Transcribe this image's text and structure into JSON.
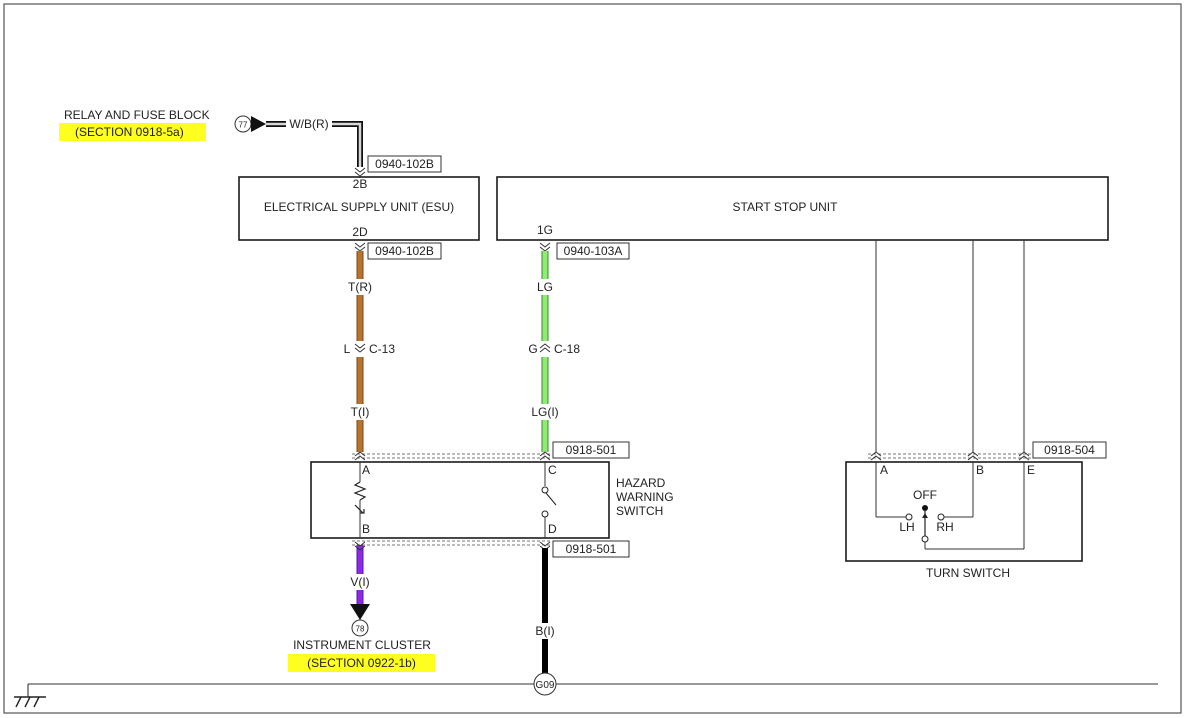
{
  "relay_fuse_block": {
    "title": "RELAY AND FUSE BLOCK",
    "section": "(SECTION 0918-5a)",
    "ref_number": "77",
    "wire": "W/B(R)"
  },
  "esu": {
    "title": "ELECTRICAL SUPPLY UNIT (ESU)",
    "pin_top": "2B",
    "pin_bottom": "2D",
    "connector_top": "0940-102B",
    "connector_bottom": "0940-102B"
  },
  "start_stop_unit": {
    "title": "START STOP UNIT",
    "pin": "1G",
    "connector": "0940-103A"
  },
  "wire_left": {
    "upper": "T(R)",
    "inline_pin": "L",
    "inline_connector": "C-13",
    "lower": "T(I)",
    "color": "#b8732e"
  },
  "wire_right": {
    "upper": "LG",
    "inline_pin": "G",
    "inline_connector": "C-18",
    "lower": "LG(I)",
    "color": "#8fec70"
  },
  "hazard_switch": {
    "label_lines": [
      "HAZARD",
      "WARNING",
      "SWITCH"
    ],
    "connector_top": "0918-501",
    "connector_bottom": "0918-501",
    "pins": [
      "A",
      "B",
      "C",
      "D"
    ]
  },
  "turn_switch": {
    "title": "TURN SWITCH",
    "connector": "0918-504",
    "pins": [
      "A",
      "B",
      "E"
    ],
    "off": "OFF",
    "lh": "LH",
    "rh": "RH"
  },
  "instrument_cluster": {
    "title": "INSTRUMENT CLUSTER",
    "section": "(SECTION 0922-1b)",
    "ref_number": "78",
    "wire": "V(I)",
    "color": "#8a2be2"
  },
  "ground": {
    "wire": "B(I)",
    "label": "G09"
  },
  "colors": {
    "highlight": "#ffff1f",
    "outline": "#1a1a1a",
    "ground_wire": "#000000"
  }
}
